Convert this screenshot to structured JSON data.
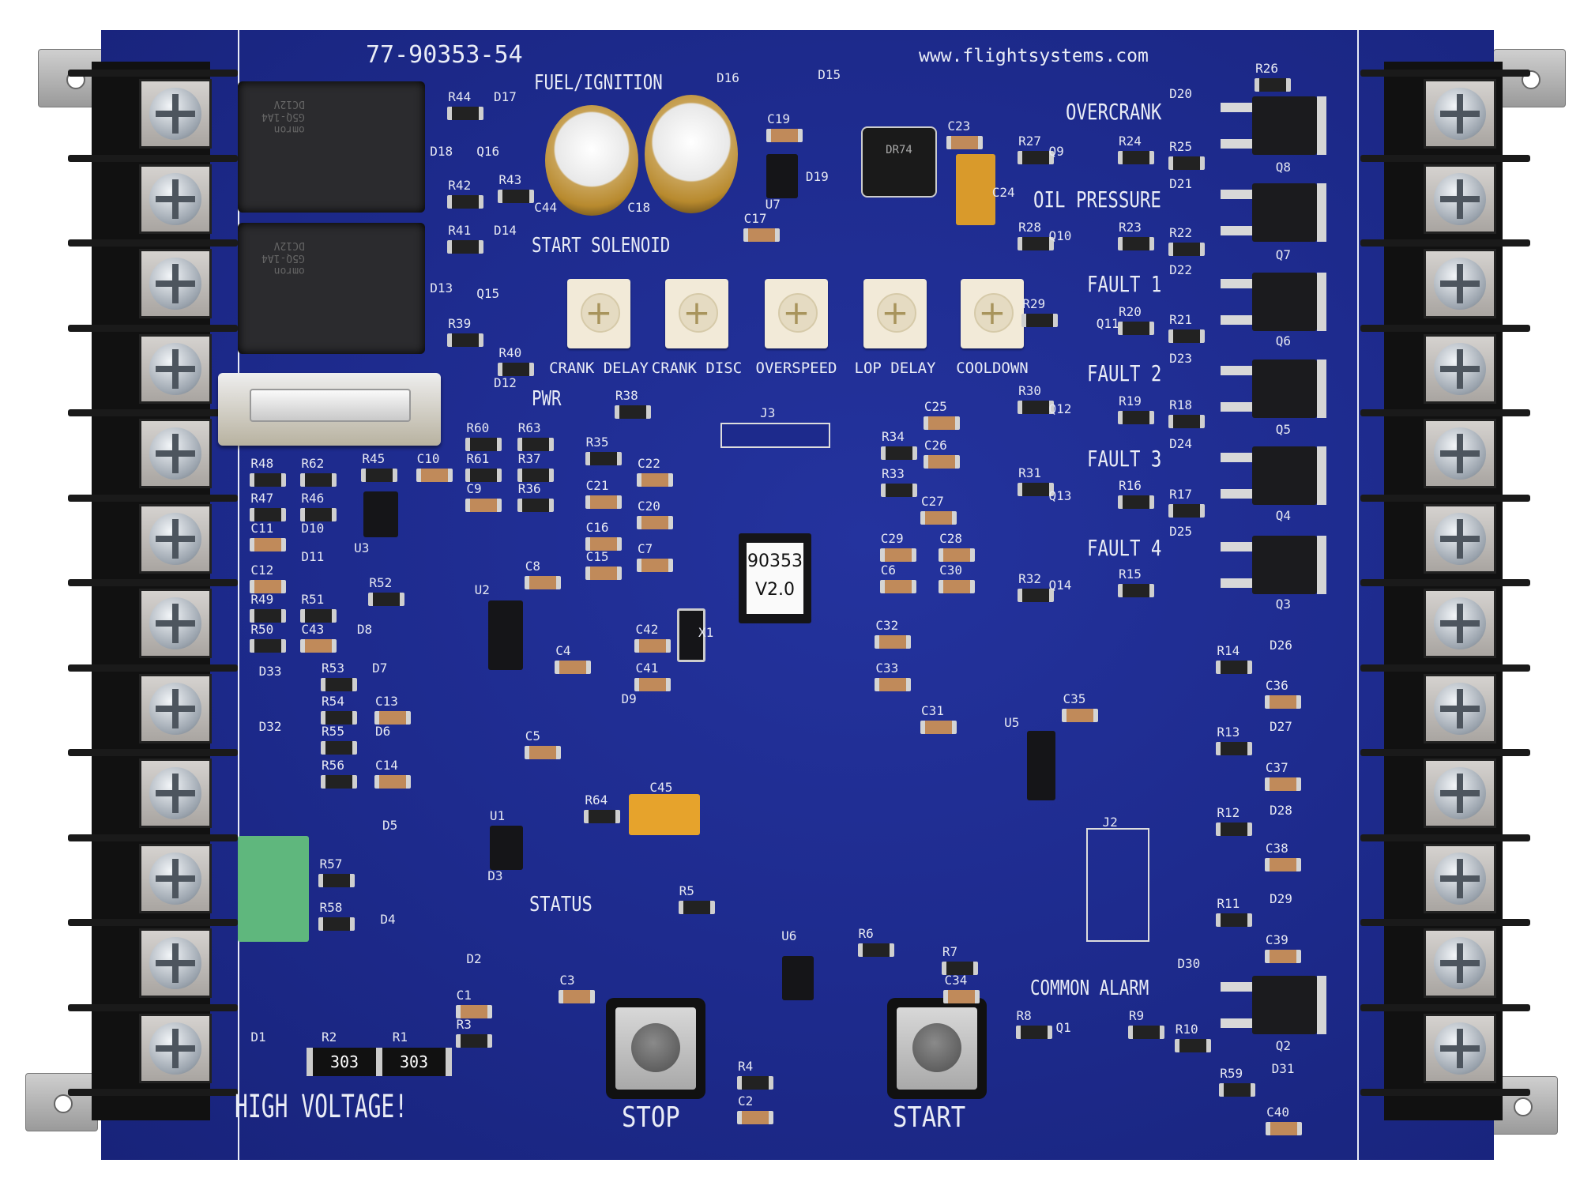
{
  "board": {
    "part_number": "77-90353-54",
    "website": "www.flightsystems.com",
    "outputs": {
      "overcrank": "OVERCRANK",
      "oil_pressure": "OIL PRESSURE",
      "fault1": "FAULT 1",
      "fault2": "FAULT 2",
      "fault3": "FAULT 3",
      "fault4": "FAULT 4",
      "common_alarm": "COMMON ALARM"
    },
    "relay_labels": {
      "fuel_ignition": "FUEL/IGNITION",
      "start_solenoid": "START SOLENOID"
    },
    "indicators": {
      "pwr": "PWR",
      "status": "STATUS"
    },
    "pots": [
      "CRANK DELAY",
      "CRANK DISC",
      "OVERSPEED",
      "LOP DELAY",
      "COOLDOWN"
    ],
    "buttons": {
      "stop": "STOP",
      "start": "START"
    },
    "warning": "HIGH VOLTAGE!",
    "mcu": {
      "line1": "90353",
      "line2": "V2.0"
    },
    "inductor": "DR74",
    "resistor_codes": {
      "r2": "303",
      "r1": "303"
    },
    "relay_marking": [
      "omron",
      "G5Q-1A4",
      "DC12V"
    ]
  },
  "refs": [
    "R44",
    "D17",
    "D16",
    "D15",
    "C19",
    "D18",
    "Q16",
    "R42",
    "R43",
    "C44",
    "C18",
    "U7",
    "D19",
    "C23",
    "C24",
    "C17",
    "R27",
    "Q9",
    "R24",
    "R25",
    "D20",
    "R26",
    "Q8",
    "D21",
    "R28",
    "Q10",
    "R23",
    "R22",
    "Q7",
    "D22",
    "R29",
    "Q11",
    "R20",
    "R21",
    "Q6",
    "R41",
    "D14",
    "D13",
    "Q15",
    "R39",
    "R40",
    "D12",
    "R38",
    "J3",
    "D23",
    "R30",
    "Q12",
    "R19",
    "R18",
    "Q5",
    "R34",
    "C25",
    "C26",
    "R33",
    "D24",
    "R31",
    "Q13",
    "R16",
    "R17",
    "Q4",
    "R48",
    "R62",
    "R45",
    "C10",
    "R60",
    "R63",
    "R61",
    "R37",
    "C9",
    "R36",
    "R35",
    "C22",
    "C21",
    "C20",
    "C16",
    "C15",
    "C7",
    "C8",
    "U3",
    "R47",
    "R46",
    "C11",
    "D10",
    "D11",
    "C12",
    "R52",
    "R49",
    "R51",
    "R50",
    "C43",
    "D8",
    "U2",
    "C4",
    "C42",
    "C41",
    "X1",
    "C27",
    "C29",
    "C28",
    "C6",
    "C30",
    "D25",
    "R32",
    "Q14",
    "R15",
    "Q3",
    "C32",
    "C33",
    "C31",
    "C35",
    "U5",
    "D33",
    "R53",
    "D7",
    "R54",
    "C13",
    "D32",
    "R55",
    "D6",
    "R56",
    "C14",
    "D9",
    "C5",
    "C45",
    "R64",
    "U1",
    "D5",
    "R57",
    "R58",
    "D4",
    "D3",
    "R14",
    "D26",
    "C36",
    "R13",
    "D27",
    "C37",
    "J2",
    "R12",
    "D28",
    "C38",
    "R11",
    "D29",
    "C39",
    "R5",
    "U6",
    "R6",
    "R7",
    "C34",
    "D30",
    "Q2",
    "D2",
    "C3",
    "C1",
    "R3",
    "D1",
    "R2",
    "R1",
    "R8",
    "Q1",
    "R9",
    "R10",
    "R4",
    "C2",
    "R59",
    "D31",
    "C40"
  ]
}
